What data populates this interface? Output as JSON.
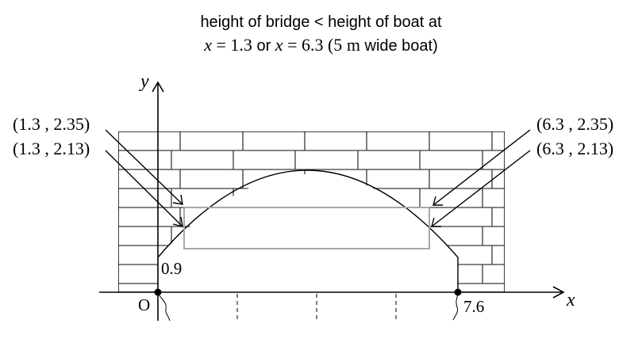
{
  "title": {
    "line1": "height of bridge < height of boat at",
    "line2_parts": {
      "x1_var": "x",
      "x1_eq": " = 1.3",
      "or": " or ",
      "x2_var": "x",
      "x2_eq": " = 6.3",
      "paren_open": " (5",
      "unit": " m",
      "tail": " wide boat)"
    }
  },
  "axes": {
    "x_label": "x",
    "y_label": "y",
    "origin_label": "O"
  },
  "annotations": {
    "y_intercept": "0.9",
    "right_base": "7.6",
    "left_top": "(1.3 , 2.35)",
    "left_bottom": "(1.3 , 2.13)",
    "right_top": "(6.3 , 2.35)",
    "right_bottom": "(6.3 , 2.13)"
  },
  "colors": {
    "line": "#000000",
    "brick": "#3a3a3a",
    "boat": "#a8a8a8",
    "background": "#ffffff"
  },
  "chart_data": {
    "type": "diagram",
    "description": "Parabolic bridge arch over a river with a 5 m wide boat outline",
    "arch": {
      "x_start": 0,
      "y_start": 0.9,
      "x_end": 7.6,
      "peak_x": 3.8,
      "peak_y": 3.1
    },
    "boat": {
      "x_left": 1.3,
      "x_right": 6.3,
      "top_y": 2.35,
      "width_m": 5
    },
    "points": [
      {
        "label": "(1.3 , 2.35)",
        "x": 1.3,
        "y": 2.35
      },
      {
        "label": "(1.3 , 2.13)",
        "x": 1.3,
        "y": 2.13
      },
      {
        "label": "(6.3 , 2.35)",
        "x": 6.3,
        "y": 2.35
      },
      {
        "label": "(6.3 , 2.13)",
        "x": 6.3,
        "y": 2.13
      }
    ],
    "labels": {
      "y_intercept": 0.9,
      "base_right": 7.6
    }
  }
}
